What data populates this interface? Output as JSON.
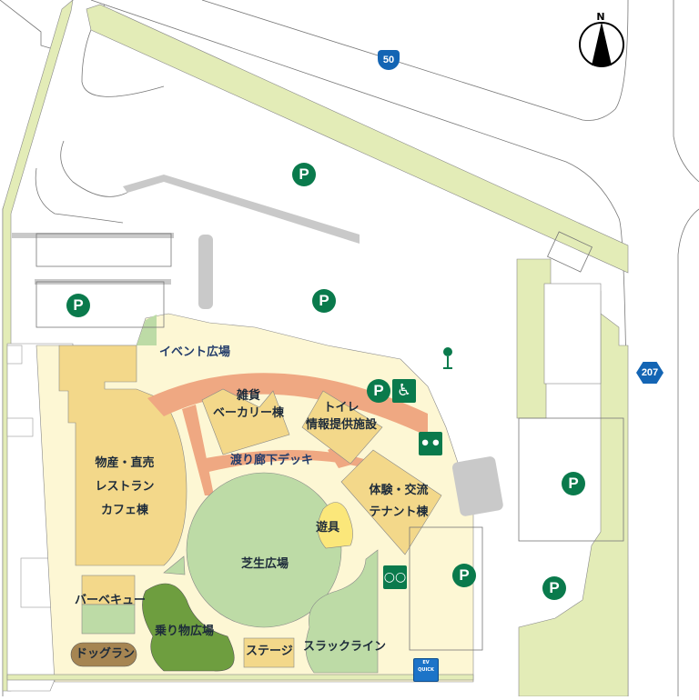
{
  "map": {
    "compass": {
      "label": "N"
    },
    "routes": [
      {
        "id": "route-50",
        "label": "50",
        "color": "#1465b4"
      },
      {
        "id": "route-207",
        "label": "207",
        "color": "#1465b4"
      }
    ],
    "areas": {
      "event_plaza": "イベント広場",
      "goods_bakery": [
        "雑貨",
        "ベーカリー棟"
      ],
      "toilet_info": [
        "トイレ",
        "情報提供施設"
      ],
      "market_restaurant": [
        "物産・直売",
        "レストラン",
        "カフェ棟"
      ],
      "deck": "渡り廊下デッキ",
      "experience": [
        "体験・交流",
        "テナント棟"
      ],
      "playground": "遊具",
      "lawn": "芝生広場",
      "bbq": "バーベキュー",
      "rides": "乗り物広場",
      "dogrun": "ドッグラン",
      "stage": "ステージ",
      "slackline": "スラックライン"
    },
    "parking": {
      "label": "P"
    },
    "icons": {
      "ev": {
        "line1": "EV QUICK"
      }
    },
    "colors": {
      "green_strip": "#e3ecb7",
      "plaza": "#fdf7d4",
      "building": "#f3d88a",
      "deck": "#efa882",
      "lawn": "#bddba6",
      "rides": "#6e9e3f",
      "playground": "#fbe77a",
      "dogrun": "#a68552",
      "parking_green": "#0a7a4c",
      "gray": "#c9c9c9"
    }
  }
}
